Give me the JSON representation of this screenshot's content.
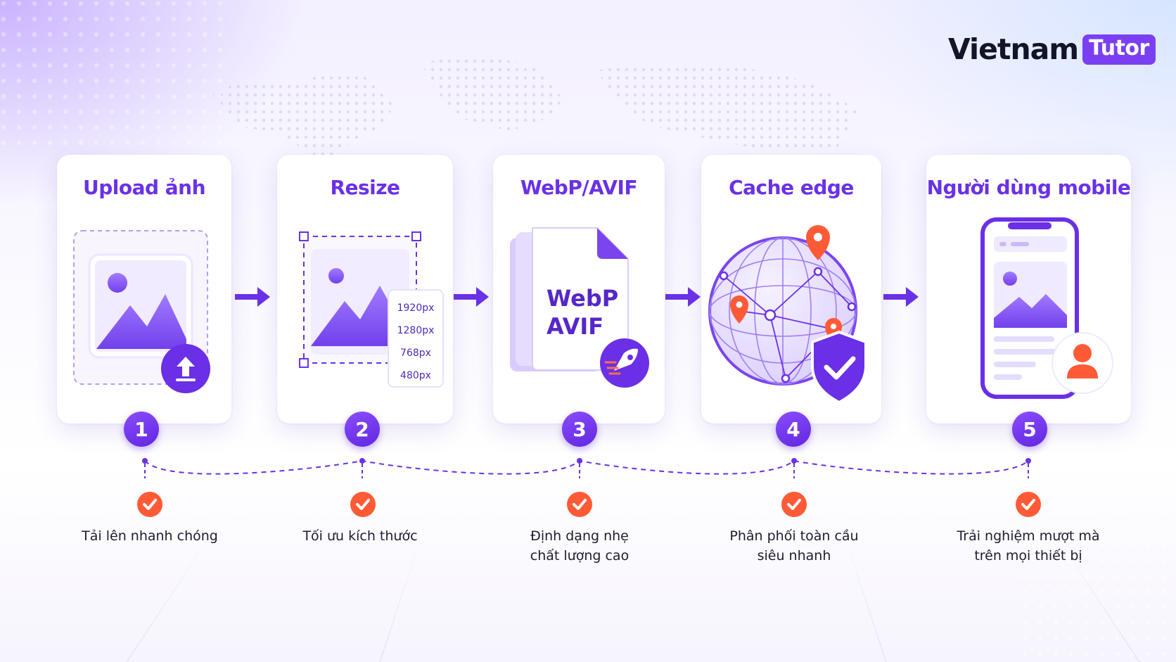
{
  "brand": {
    "name_a": "Vietnam",
    "name_b": "Tutor",
    "accent": "#7b3ff2"
  },
  "colors": {
    "primary": "#6a31e6",
    "check": "#ff5a36",
    "text": "#1d1d2e"
  },
  "steps": [
    {
      "number": "1",
      "title": "Upload ảnh",
      "icon": "image-upload-icon",
      "caption": [
        "Tải lên nhanh chóng"
      ]
    },
    {
      "number": "2",
      "title": "Resize",
      "icon": "resize-image-icon",
      "sizes": [
        "1920px",
        "1280px",
        "768px",
        "480px"
      ],
      "caption": [
        "Tối ưu kích thước"
      ]
    },
    {
      "number": "3",
      "title": "WebP/AVIF",
      "icon": "file-format-icon",
      "file_label": [
        "WebP",
        "AVIF"
      ],
      "caption": [
        "Định dạng nhẹ",
        "chất lượng cao"
      ]
    },
    {
      "number": "4",
      "title": "Cache edge",
      "icon": "globe-network-icon",
      "caption": [
        "Phân phối toàn cầu",
        "siêu nhanh"
      ]
    },
    {
      "number": "5",
      "title": "Người dùng mobile",
      "icon": "mobile-phone-icon",
      "caption": [
        "Trải nghiệm mượt mà",
        "trên mọi thiết bị"
      ]
    }
  ]
}
